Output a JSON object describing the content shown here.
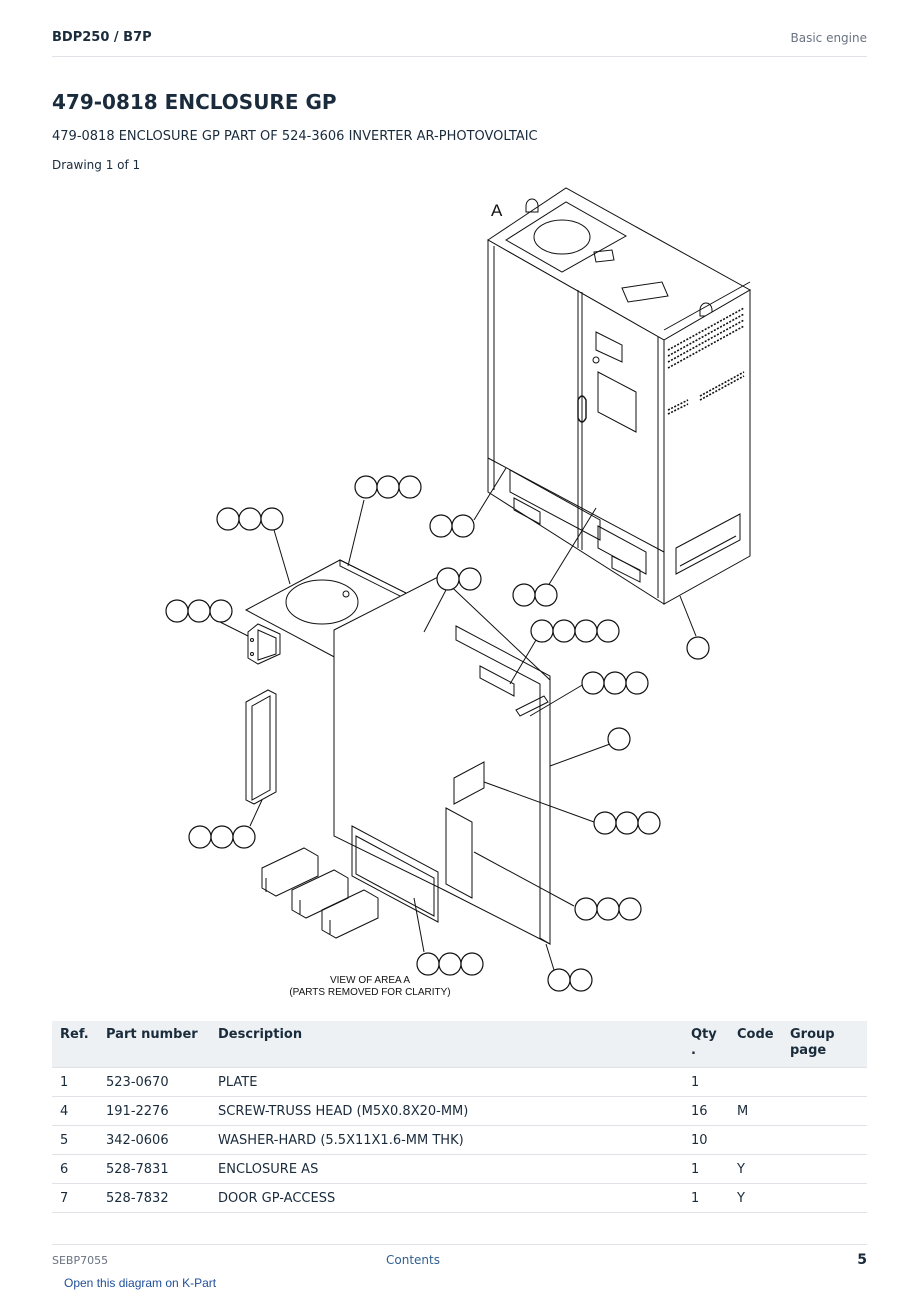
{
  "header": {
    "model": "BDP250  /  B7P",
    "section": "Basic engine"
  },
  "title": "479-0818 ENCLOSURE GP",
  "subtitle": "479-0818 ENCLOSURE GP PART OF 524-3606 INVERTER AR-PHOTOVOLTAIC",
  "drawing_label": "Drawing 1 of 1",
  "diagram": {
    "view_letter": "A",
    "caption_line1": "VIEW OF AREA A",
    "caption_line2": "(PARTS REMOVED FOR CLARITY)"
  },
  "table": {
    "headers": {
      "ref": "Ref.",
      "part_number": "Part number",
      "description": "Description",
      "qty": "Qty\n.",
      "code": "Code",
      "group_page": "Group\npage"
    },
    "rows": [
      {
        "ref": "1",
        "part_number": "523-0670",
        "description": "PLATE",
        "qty": "1",
        "code": "",
        "group_page": ""
      },
      {
        "ref": "4",
        "part_number": "191-2276",
        "description": "SCREW-TRUSS HEAD (M5X0.8X20-MM)",
        "qty": "16",
        "code": "M",
        "group_page": ""
      },
      {
        "ref": "5",
        "part_number": "342-0606",
        "description": "WASHER-HARD (5.5X11X1.6-MM THK)",
        "qty": "10",
        "code": "",
        "group_page": ""
      },
      {
        "ref": "6",
        "part_number": "528-7831",
        "description": "ENCLOSURE AS",
        "qty": "1",
        "code": "Y",
        "group_page": ""
      },
      {
        "ref": "7",
        "part_number": "528-7832",
        "description": "DOOR GP-ACCESS",
        "qty": "1",
        "code": "Y",
        "group_page": ""
      }
    ]
  },
  "footer": {
    "doc_id": "SEBP7055",
    "contents_link": "Contents",
    "page_number": "5"
  },
  "kpart_link": "Open this diagram on K-Part"
}
